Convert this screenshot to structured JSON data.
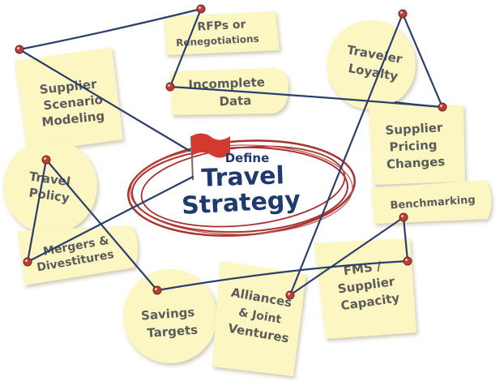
{
  "center": {
    "line1": "Define",
    "line2": "Travel",
    "line3": "Strategy"
  },
  "notes": {
    "rfps": [
      "RFPs or",
      "Renegotiations"
    ],
    "incomplete_data": [
      "Incomplete",
      "Data"
    ],
    "traveler_loyalty": [
      "Traveler",
      "Loyalty"
    ],
    "supplier_scenario": [
      "Supplier",
      "Scenario",
      "Modeling"
    ],
    "supplier_pricing": [
      "Supplier",
      "Pricing",
      "Changes"
    ],
    "travel_policy": [
      "Travel",
      "Policy"
    ],
    "benchmarking": [
      "Benchmarking"
    ],
    "mergers": [
      "Mergers &",
      "Divestitures"
    ],
    "fms": [
      "FMS /",
      "Supplier",
      "Capacity"
    ],
    "savings": [
      "Savings",
      "Targets"
    ],
    "alliances": [
      "Alliances",
      "& Joint",
      "Ventures"
    ]
  },
  "colors": {
    "note": "#fbf6c2",
    "note_shadow": "#d9d4a8",
    "string": "#2a3f6b",
    "pin": "#b8403a",
    "ring": "#a8322f",
    "flag": "#d33a2f",
    "center_text": "#1e3a6e",
    "label_text": "#5b5b5b"
  }
}
